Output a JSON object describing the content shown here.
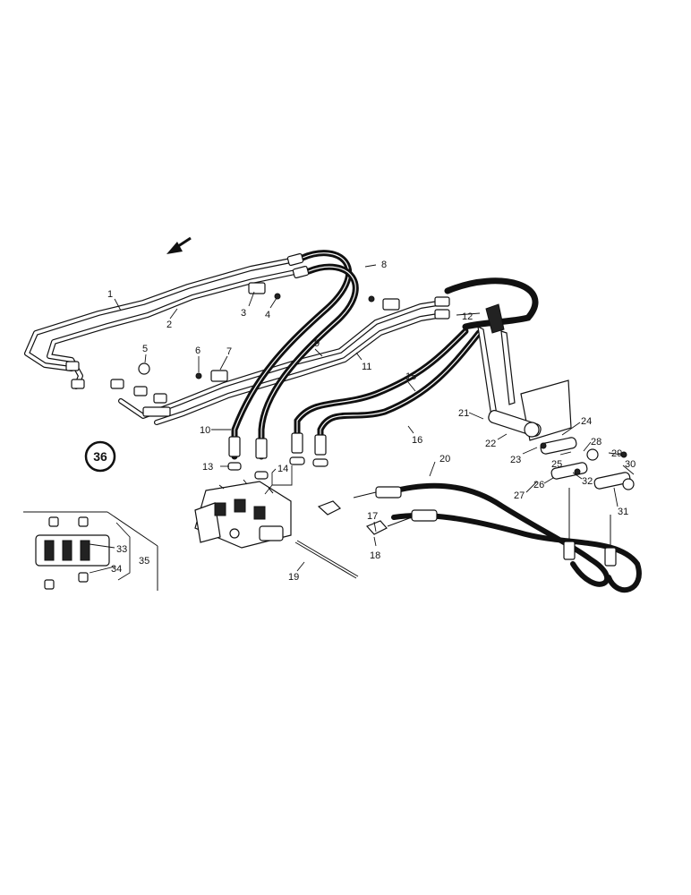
{
  "diagram": {
    "group_badge": "36",
    "callouts": [
      "1",
      "2",
      "3",
      "4",
      "5",
      "6",
      "7",
      "8",
      "9",
      "10",
      "11",
      "12",
      "13",
      "14",
      "15",
      "16",
      "17",
      "18",
      "19",
      "20",
      "21",
      "22",
      "23",
      "24",
      "25",
      "26",
      "27",
      "28",
      "29",
      "30",
      "31",
      "32",
      "33",
      "34",
      "35"
    ]
  }
}
